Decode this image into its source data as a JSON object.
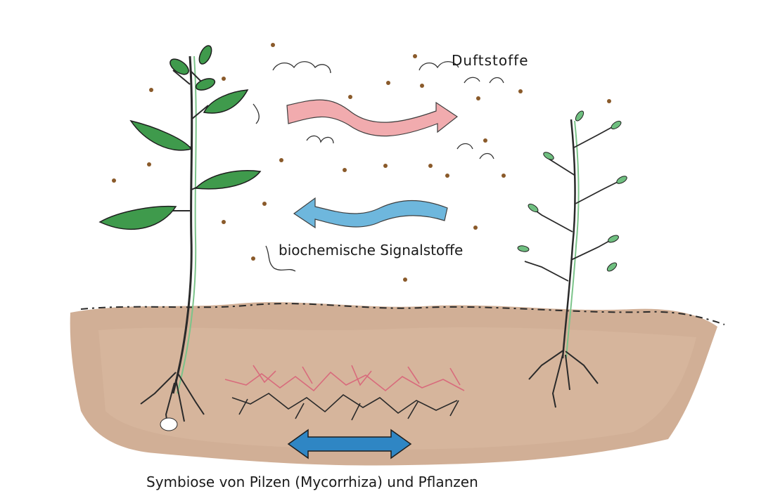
{
  "labels": {
    "scent_compounds": "Duftstoffe",
    "biochemical_signals": "biochemische Signalstoffe",
    "symbiosis": "Symbiose von Pilzen (Mycorrhiza) und Pflanzen"
  },
  "colors": {
    "soil": "#c9a184",
    "soil_light": "#d8b9a0",
    "leaf": "#3f9a4c",
    "leaf_light": "#7cc48a",
    "arrow_pink": "#f0a3a6",
    "arrow_blue": "#5fb0da",
    "arrow_blue_dark": "#2f86c4",
    "ink": "#222222",
    "particle": "#8a5a2a",
    "mycelium": "#d86b7c"
  }
}
